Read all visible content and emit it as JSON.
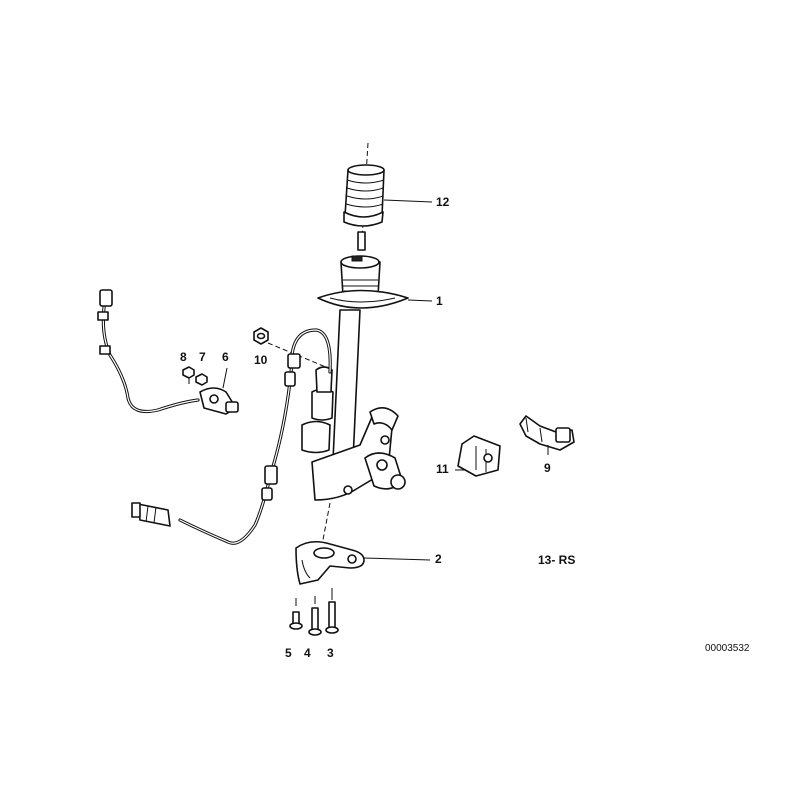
{
  "diagram": {
    "callouts": [
      "1",
      "2",
      "3",
      "4",
      "5",
      "6",
      "7",
      "8",
      "9",
      "10",
      "11",
      "12"
    ],
    "section_label": "13- RS",
    "reference_number": "00003532"
  }
}
